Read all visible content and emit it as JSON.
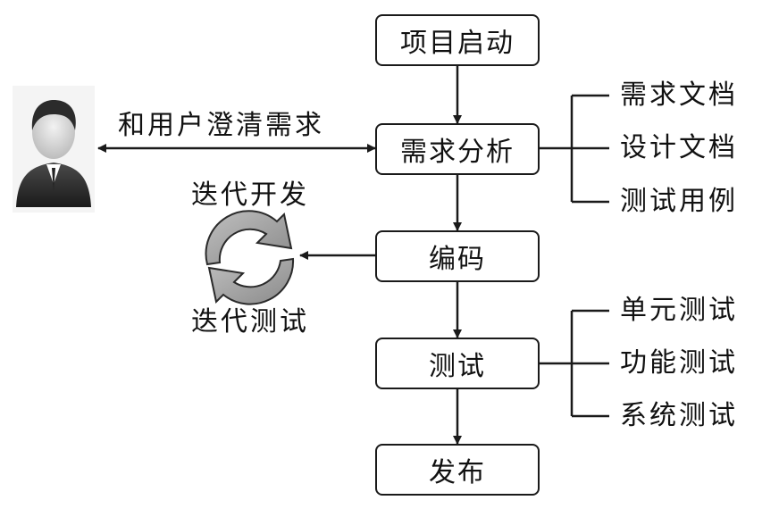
{
  "flow": {
    "step1": "项目启动",
    "step2": "需求分析",
    "step3": "编码",
    "step4": "测试",
    "step5": "发布"
  },
  "user_link_label": "和用户澄清需求",
  "iteration": {
    "top_label": "迭代开发",
    "bottom_label": "迭代测试"
  },
  "analysis_outputs": [
    "需求文档",
    "设计文档",
    "测试用例"
  ],
  "test_types": [
    "单元测试",
    "功能测试",
    "系统测试"
  ]
}
